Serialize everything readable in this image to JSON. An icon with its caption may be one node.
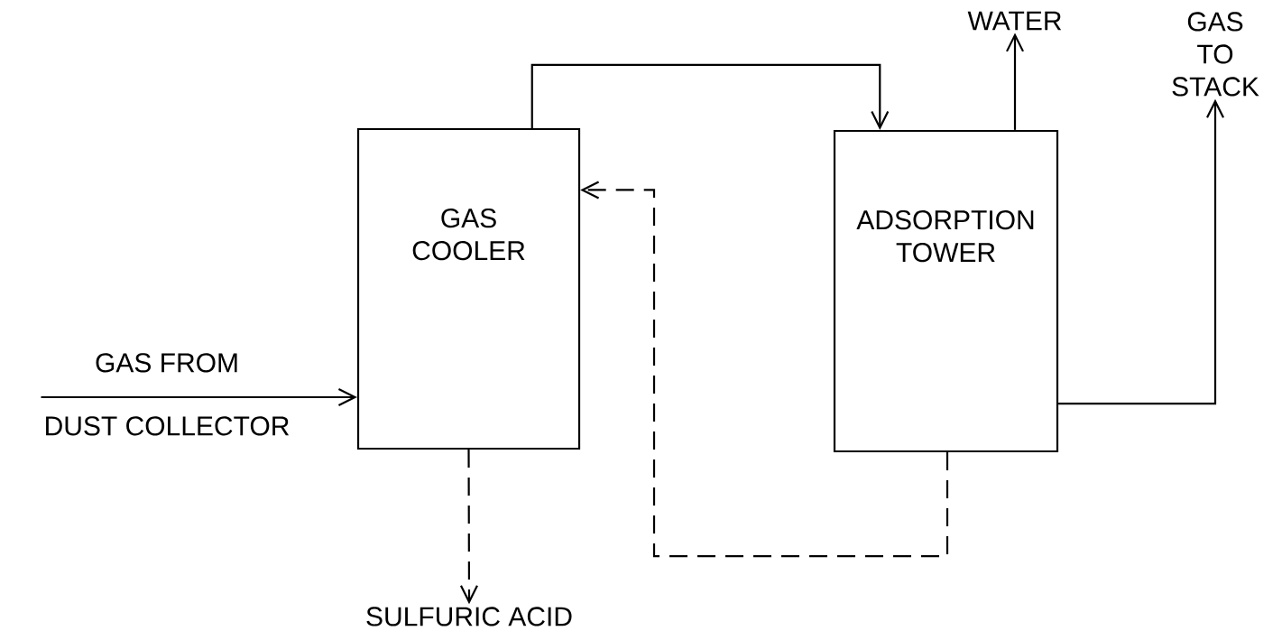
{
  "diagram": {
    "nodes": [
      {
        "text": [
          "GAS COOLER"
        ]
      },
      {
        "text": [
          "ADSORPTION TOWER"
        ]
      },
      {
        "text": [
          "GAS FROM",
          "DUST COLLECTOR"
        ]
      },
      {
        "text": [
          "SULFURIC ACID"
        ]
      },
      {
        "text": [
          "WATER"
        ]
      },
      {
        "text": [
          "GAS TO STACK"
        ]
      }
    ],
    "edges": [
      {
        "from": 2,
        "to": 0,
        "arrow": "to"
      },
      {
        "from": 0,
        "to": 1,
        "arrow": "to"
      },
      {
        "from": 1,
        "to": 0,
        "arrow": "to",
        "style": "dashed"
      },
      {
        "from": 0,
        "to": 3,
        "arrow": "to",
        "style": "dashed"
      },
      {
        "from": 1,
        "to": 4,
        "arrow": "to"
      },
      {
        "from": 1,
        "to": 5,
        "arrow": "to"
      }
    ]
  }
}
